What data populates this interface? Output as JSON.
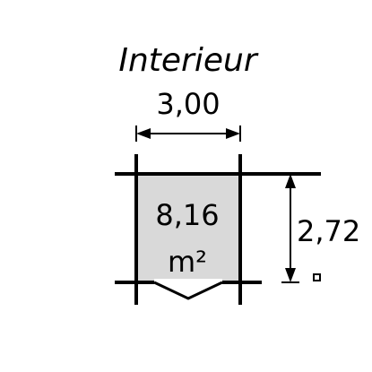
{
  "plan": {
    "title": "Interieur",
    "width_label": "3,00",
    "depth_label": "2,72",
    "area_value": "8,16",
    "area_unit": "m²"
  },
  "colors": {
    "line": "#000000",
    "room_fill": "#d9d9d9",
    "background": "#ffffff"
  },
  "icons": {
    "door": "door-swing-icon",
    "marker": "small-square-marker-icon"
  }
}
